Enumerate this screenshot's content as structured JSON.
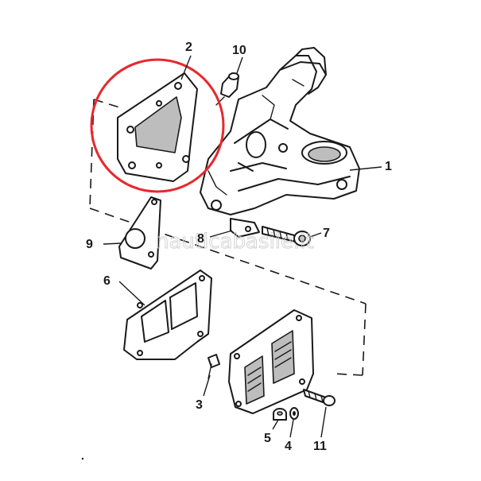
{
  "diagram": {
    "callouts": [
      {
        "id": "1",
        "label": "1"
      },
      {
        "id": "2",
        "label": "2"
      },
      {
        "id": "3",
        "label": "3"
      },
      {
        "id": "4",
        "label": "4"
      },
      {
        "id": "5",
        "label": "5"
      },
      {
        "id": "6",
        "label": "6"
      },
      {
        "id": "7",
        "label": "7"
      },
      {
        "id": "8",
        "label": "8"
      },
      {
        "id": "9",
        "label": "9"
      },
      {
        "id": "10",
        "label": "10"
      },
      {
        "id": "11",
        "label": "11"
      }
    ],
    "watermark": "nauticabasile.it",
    "highlight_color": "#e8282d",
    "line_color": "#1a1a1a"
  }
}
